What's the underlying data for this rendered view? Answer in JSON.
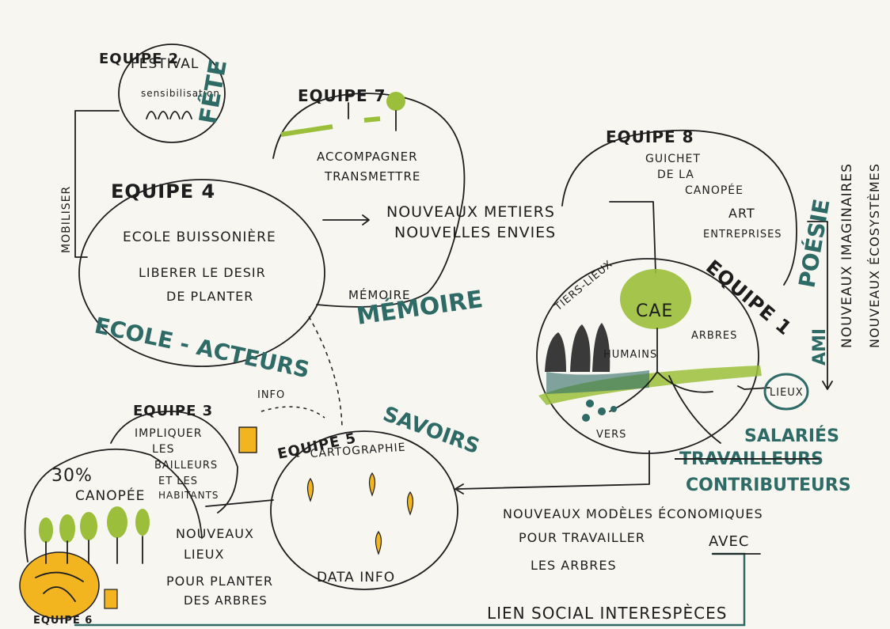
{
  "colors": {
    "ink": "#1e1e1e",
    "teal": "#2e6a66",
    "green": "#9bbf3a",
    "yellow": "#f2b51f",
    "paper": "#f7f6f1"
  },
  "equipe2": {
    "title": "EQUIPE 2",
    "line1": "FESTIVAL",
    "line2": "sensibilisation",
    "tag": "FÊTE"
  },
  "equipe7": {
    "title": "EQUIPE 7",
    "line1": "ACCOMPAGNER",
    "line2": "TRANSMETTRE"
  },
  "equipe4": {
    "title": "EQUIPE 4",
    "line1": "ECOLE BUISSONIÈRE",
    "line2": "LIBERER LE DESIR",
    "line3": "DE PLANTER",
    "tag": "ECOLE - ACTEURS"
  },
  "side_mobiliser": "MOBILISER",
  "center": {
    "line1": "NOUVEAUX METIERS",
    "line2": "NOUVELLES ENVIES",
    "memoire_small": "MÉMOIRE",
    "memoire_big": "MÉMOIRE"
  },
  "equipe8": {
    "title": "EQUIPE 8",
    "line1": "GUICHET",
    "line2": "DE LA",
    "line3": "CANOPÉE",
    "line4": "ART",
    "line5": "ENTREPRISES",
    "tag": "POÉSIE"
  },
  "equipe1": {
    "title": "EQUIPE 1",
    "cae": "CAE",
    "tiers_lieux": "TIERS-LIEUX",
    "humains": "HUMAINS",
    "arbres": "ARBRES",
    "vers": "VERS",
    "lieux": "LIEUX",
    "tag": "AMI"
  },
  "right_vertical": {
    "line1": "NOUVEAUX IMAGINAIRES",
    "line2": "NOUVEAUX ÉCOSYSTÈMES"
  },
  "workers": {
    "salaries": "SALARIÉS",
    "travailleurs": "TRAVAILLEURS",
    "contributeurs": "CONTRIBUTEURS"
  },
  "equipe3": {
    "title": "EQUIPE 3",
    "line1": "IMPLIQUER",
    "line2": "LES",
    "line3": "BAILLEURS",
    "line4": "ET LES",
    "line5": "HABITANTS"
  },
  "info_label": "INFO",
  "equipe5": {
    "title": "EQUIPE 5",
    "line1": "CARTOGRAPHIE",
    "line2": "DATA INFO",
    "tag": "SAVOIRS"
  },
  "equipe6": {
    "title": "EQUIPE 6",
    "line1": "30%",
    "line2": "CANOPÉE"
  },
  "nouveaux_lieux": {
    "line1": "NOUVEAUX",
    "line2": "LIEUX",
    "line3": "POUR PLANTER",
    "line4": "DES ARBRES"
  },
  "modeles": {
    "line1": "NOUVEAUX MODÈLES ÉCONOMIQUES",
    "line2": "POUR TRAVAILLER",
    "avec": "AVEC",
    "line3": "LES ARBRES"
  },
  "lien_social": "LIEN SOCIAL INTERESPÈCES"
}
